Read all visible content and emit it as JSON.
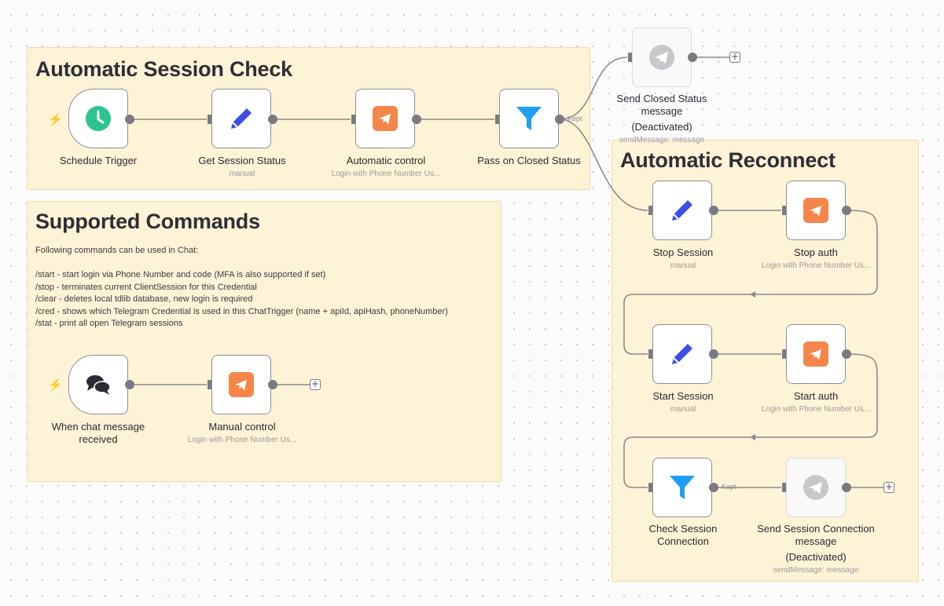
{
  "sections": {
    "session_check": {
      "title": "Automatic Session Check"
    },
    "supported_commands": {
      "title": "Supported Commands",
      "intro": "Following commands can be used in Chat:",
      "commands": [
        "/start - start login via Phone Number and code (MFA is also supported if set)",
        "/stop - terminates current ClientSession for this Credential",
        "/clear - deletes local tdlib database, new login is required",
        "/cred - shows which Telegram Credential is used in this ChatTrigger (name + apiId, apiHash, phoneNumber)",
        "/stat - print all open Telegram sessions"
      ]
    },
    "reconnect": {
      "title": "Automatic Reconnect"
    }
  },
  "nodes": {
    "schedule_trigger": {
      "label": "Schedule Trigger",
      "icon": "clock-icon",
      "color": "#2dc48d"
    },
    "get_session_status": {
      "label": "Get Session Status",
      "sub": "manual",
      "icon": "pencil-icon",
      "color": "#3d4ee8"
    },
    "automatic_control": {
      "label": "Automatic control",
      "sub": "Login with Phone Number Us...",
      "icon": "telegram-icon",
      "color": "#f5864a"
    },
    "pass_on_closed": {
      "label": "Pass on Closed Status",
      "icon": "filter-icon",
      "color": "#1e9ff2"
    },
    "send_closed_status": {
      "label": "Send Closed Status message",
      "state": "(Deactivated)",
      "sub": "sendMessage: message",
      "icon": "telegram-icon",
      "color": "#c8c8cc"
    },
    "chat_trigger": {
      "label": "When chat message received",
      "icon": "chat-icon",
      "color": "#2b2b33"
    },
    "manual_control": {
      "label": "Manual control",
      "sub": "Login with Phone Number Us...",
      "icon": "telegram-icon",
      "color": "#f5864a"
    },
    "stop_session": {
      "label": "Stop Session",
      "sub": "manual",
      "icon": "pencil-icon",
      "color": "#3d4ee8"
    },
    "stop_auth": {
      "label": "Stop auth",
      "sub": "Login with Phone Number Us...",
      "icon": "telegram-icon",
      "color": "#f5864a"
    },
    "start_session": {
      "label": "Start Session",
      "sub": "manual",
      "icon": "pencil-icon",
      "color": "#3d4ee8"
    },
    "start_auth": {
      "label": "Start auth",
      "sub": "Login with Phone Number Us...",
      "icon": "telegram-icon",
      "color": "#f5864a"
    },
    "check_connection": {
      "label": "Check Session Connection",
      "icon": "filter-icon",
      "color": "#1e9ff2"
    },
    "send_connection": {
      "label": "Send Session Connection message",
      "state": "(Deactivated)",
      "sub": "sendMessage: message",
      "icon": "telegram-icon",
      "color": "#c8c8cc"
    }
  },
  "edge_labels": {
    "kept": "Kept"
  },
  "add_symbol": "+",
  "trigger_symbol": "⚡"
}
